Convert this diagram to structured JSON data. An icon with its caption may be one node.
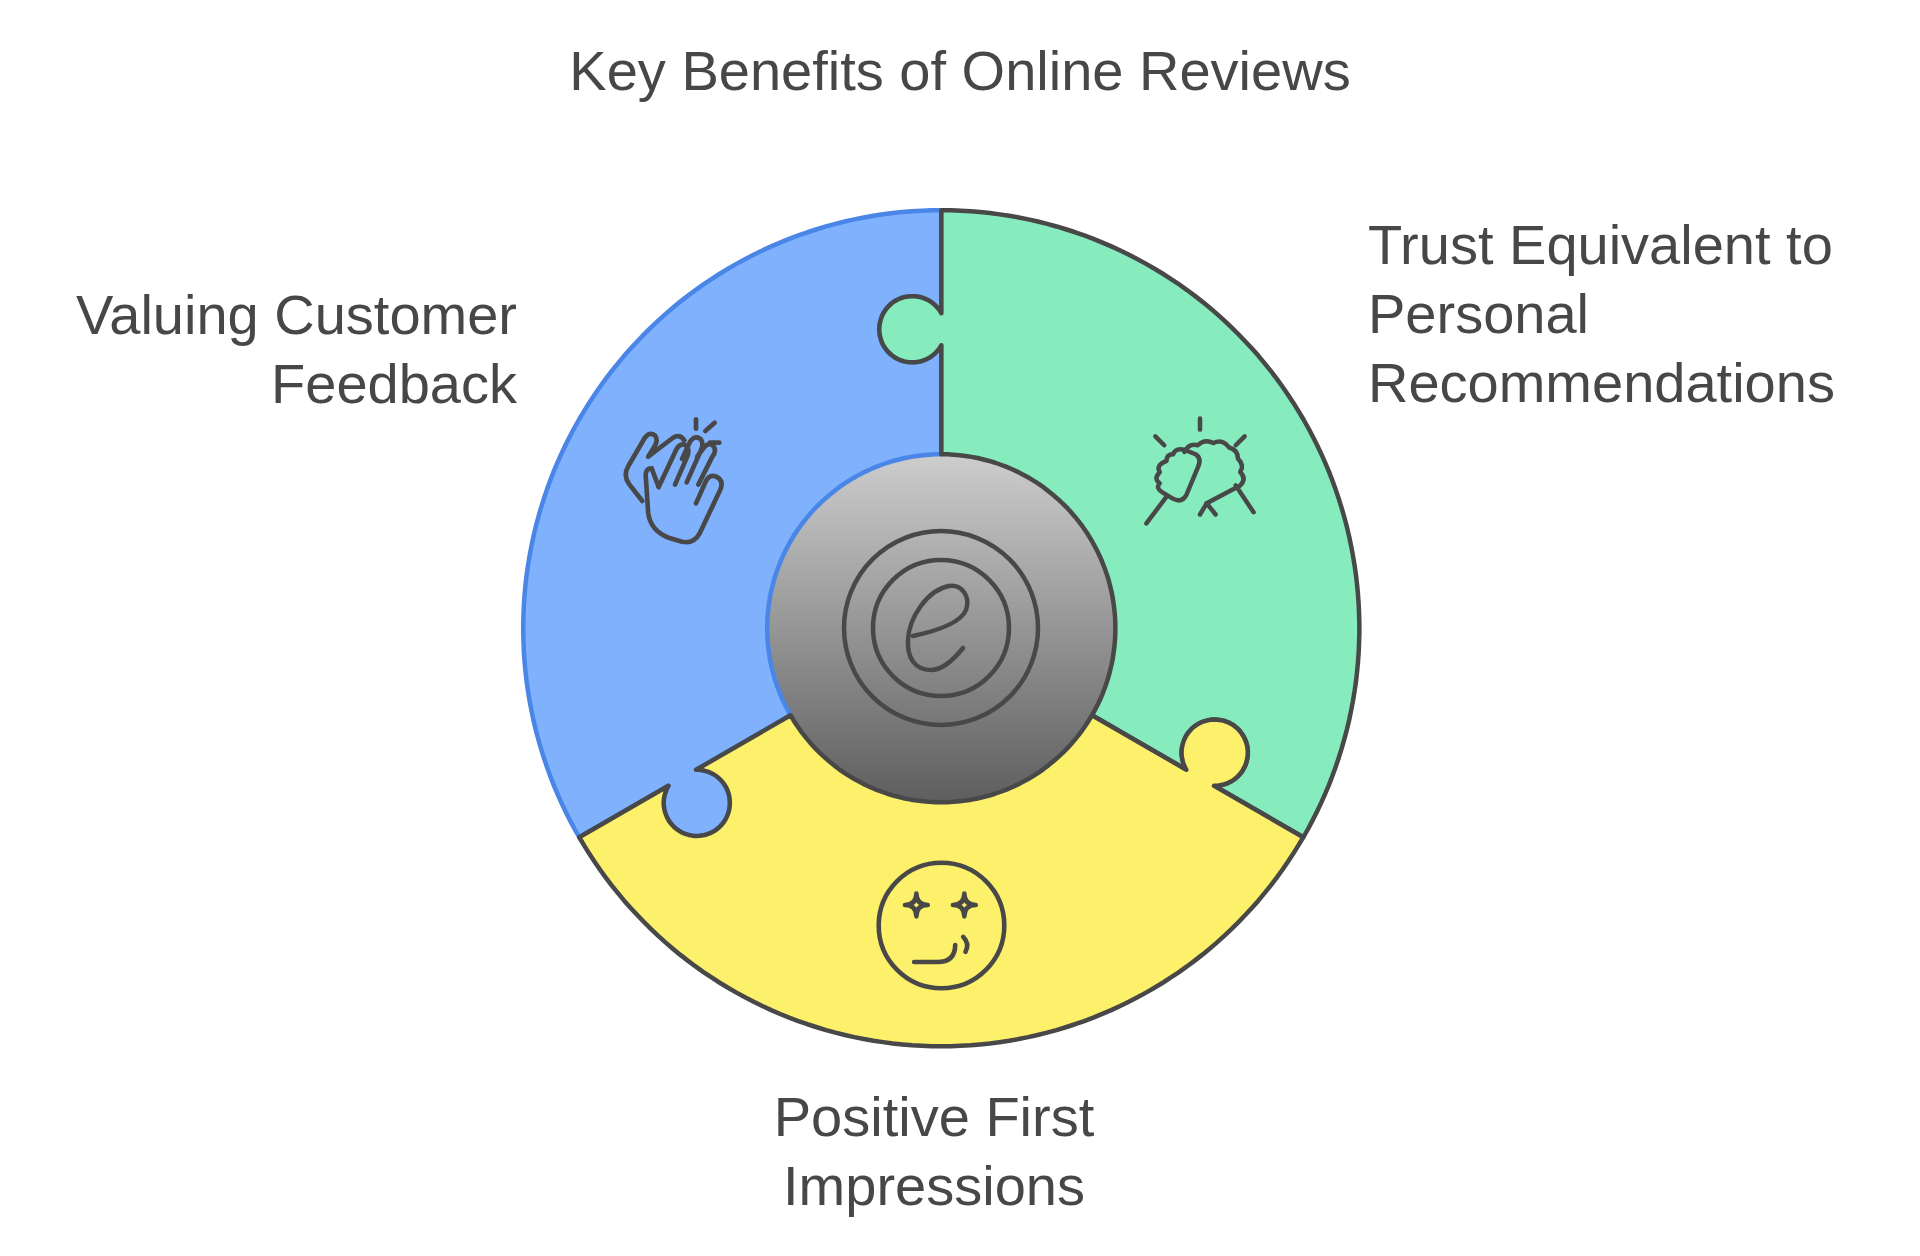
{
  "diagram": {
    "title": "Key Benefits of Online Reviews",
    "nodes": [
      {
        "text": [
          "Valuing Customer Feedback"
        ]
      },
      {
        "text": [
          "Trust Equivalent to Personal Recommendations"
        ]
      },
      {
        "text": [
          "Positive First Impressions"
        ]
      },
      {
        "text": [],
        "shape": "circle"
      }
    ]
  }
}
